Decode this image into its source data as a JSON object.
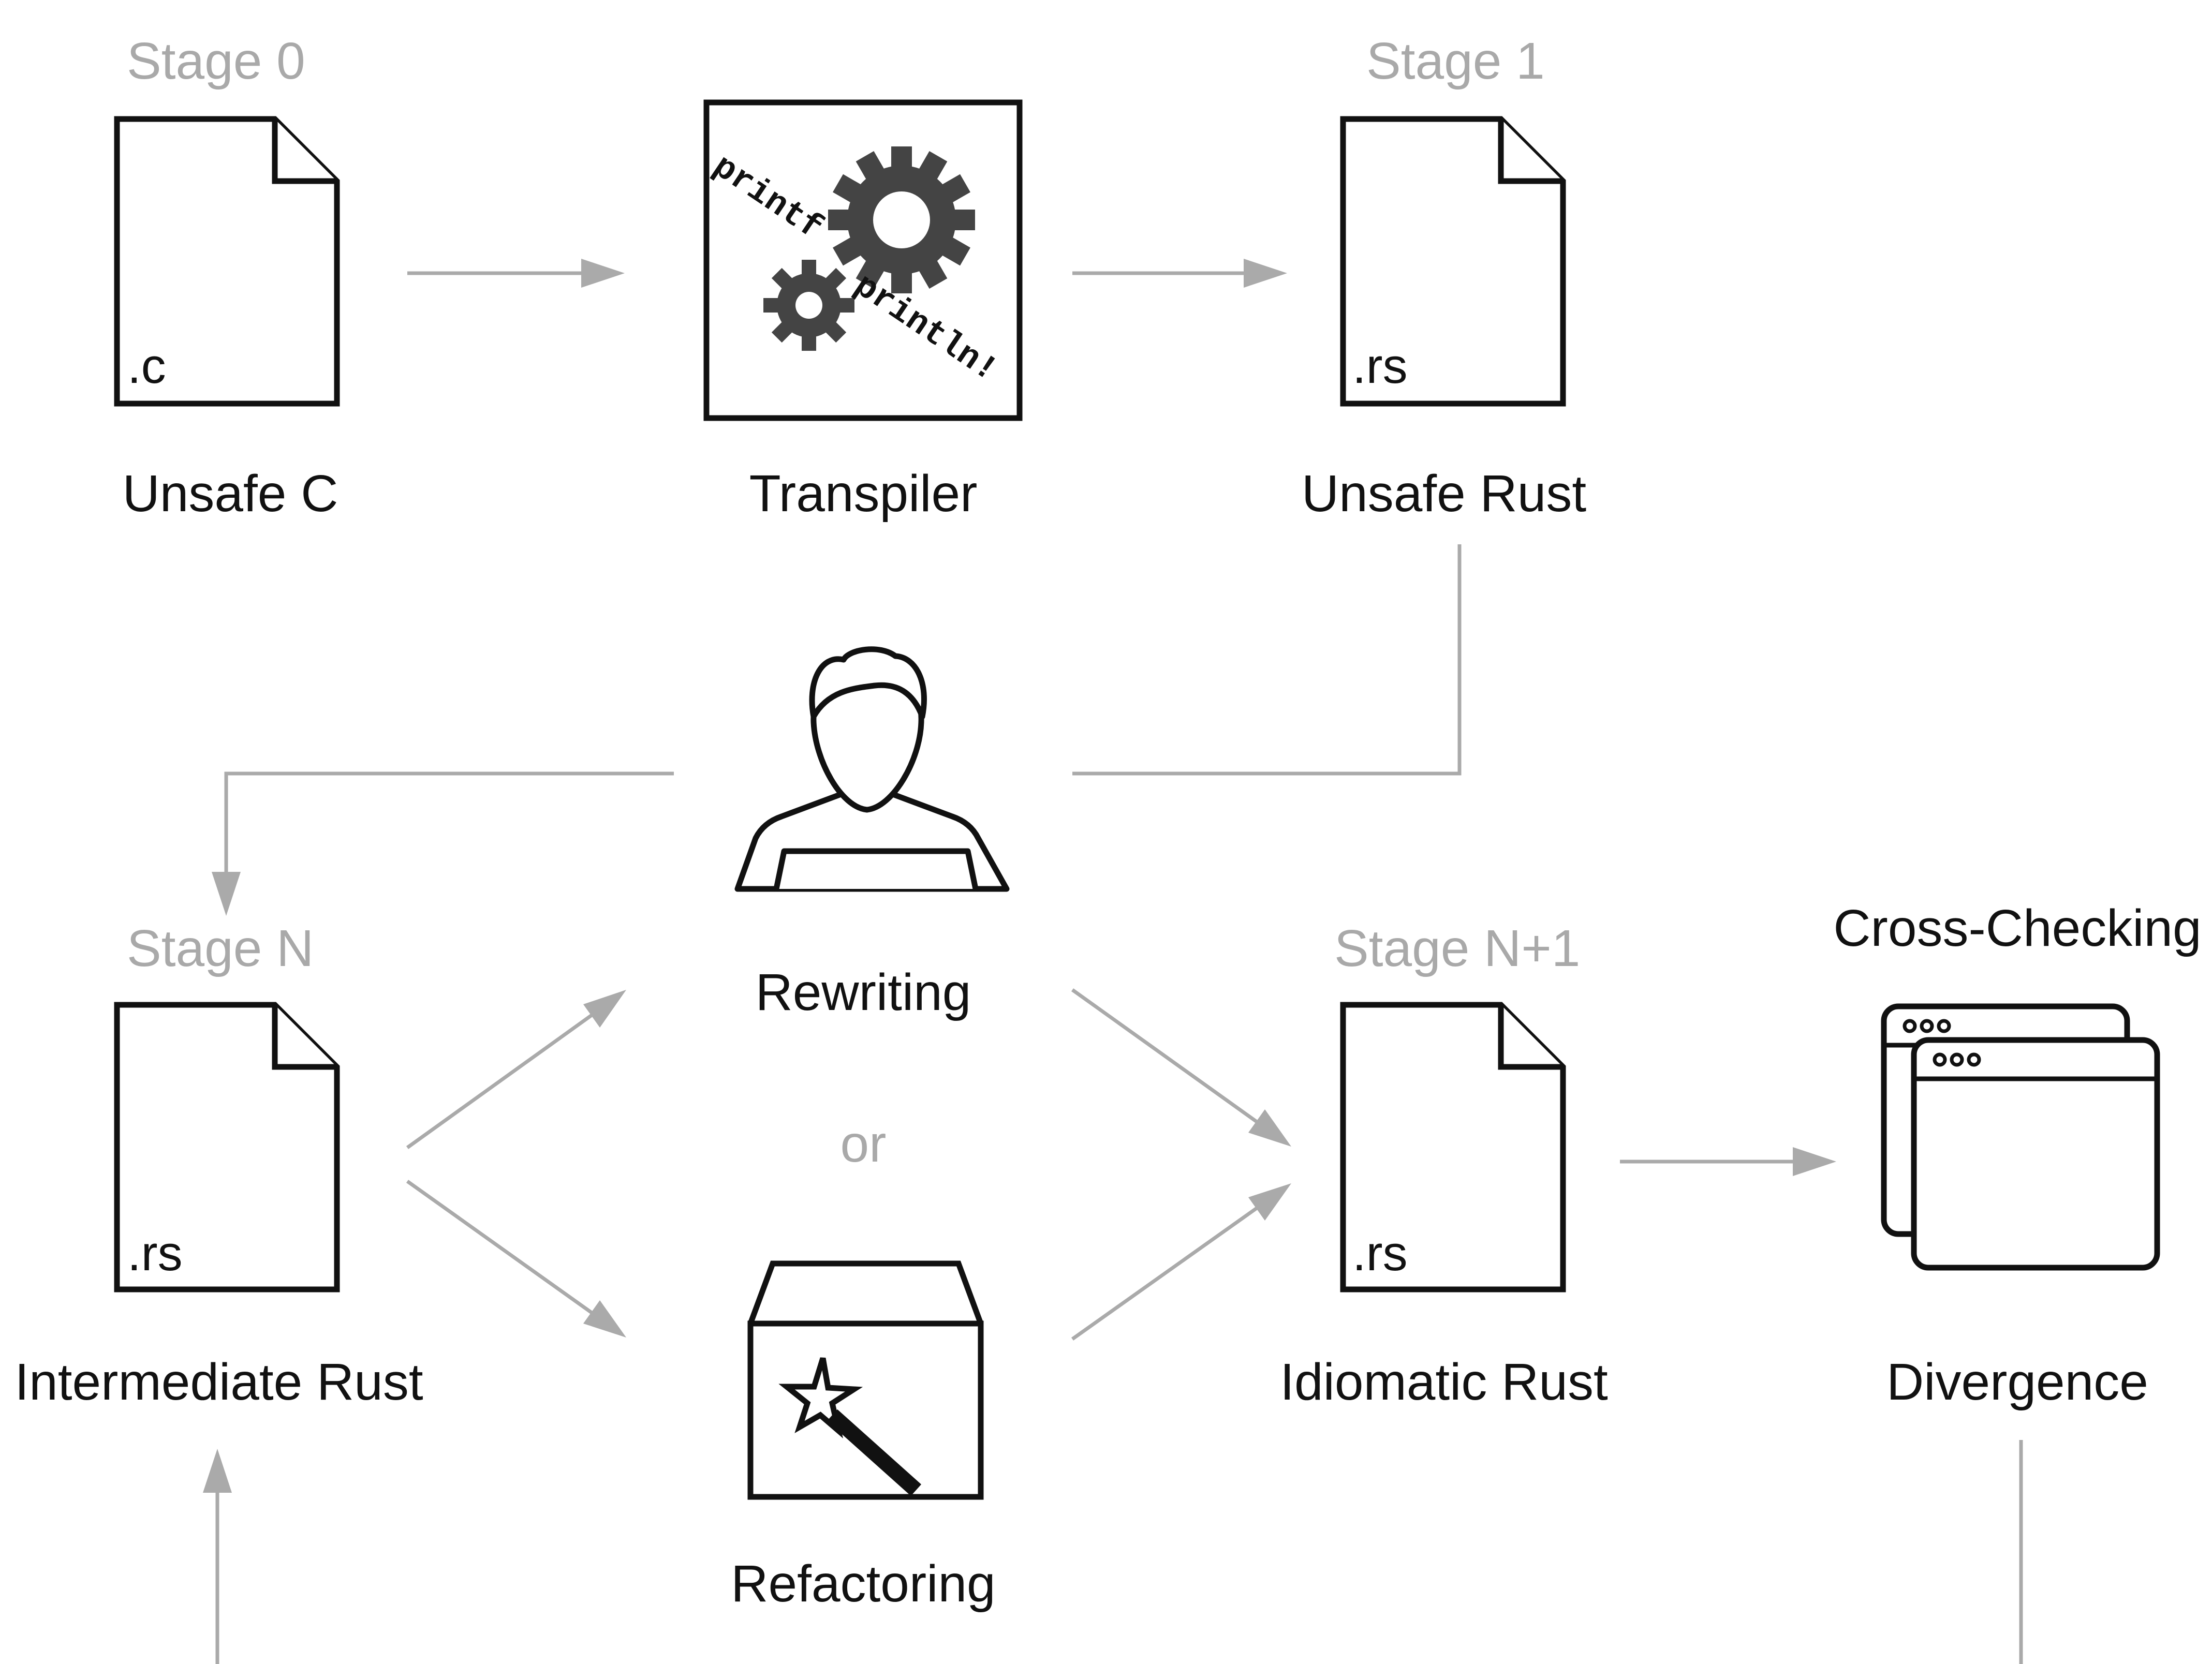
{
  "stages": {
    "stage_0": "Stage 0",
    "stage_1": "Stage 1",
    "stage_n": "Stage N",
    "stage_n1": "Stage N+1"
  },
  "nodes": {
    "unsafe_c": {
      "label": "Unsafe C",
      "ext": ".c"
    },
    "transpiler": {
      "label": "Transpiler",
      "code_from": "printf",
      "code_to": "println!"
    },
    "unsafe_rust": {
      "label": "Unsafe Rust",
      "ext": ".rs"
    },
    "rewriting": {
      "label": "Rewriting"
    },
    "connector": {
      "label": "or"
    },
    "refactoring": {
      "label": "Refactoring"
    },
    "intermediate_rust": {
      "label": "Intermediate Rust",
      "ext": ".rs"
    },
    "idiomatic_rust": {
      "label": "Idiomatic Rust",
      "ext": ".rs"
    },
    "cross_checking": {
      "title": "Cross-Checking",
      "label": "Divergence"
    }
  },
  "icons": [
    "document-icon",
    "gears-icon",
    "person-laptop-icon",
    "magic-wand-box-icon",
    "browser-windows-icon"
  ],
  "colors": {
    "arrow": "#aaaaaa",
    "stage_label": "#a9a9a9",
    "outline": "#111111",
    "gear": "#444444"
  }
}
